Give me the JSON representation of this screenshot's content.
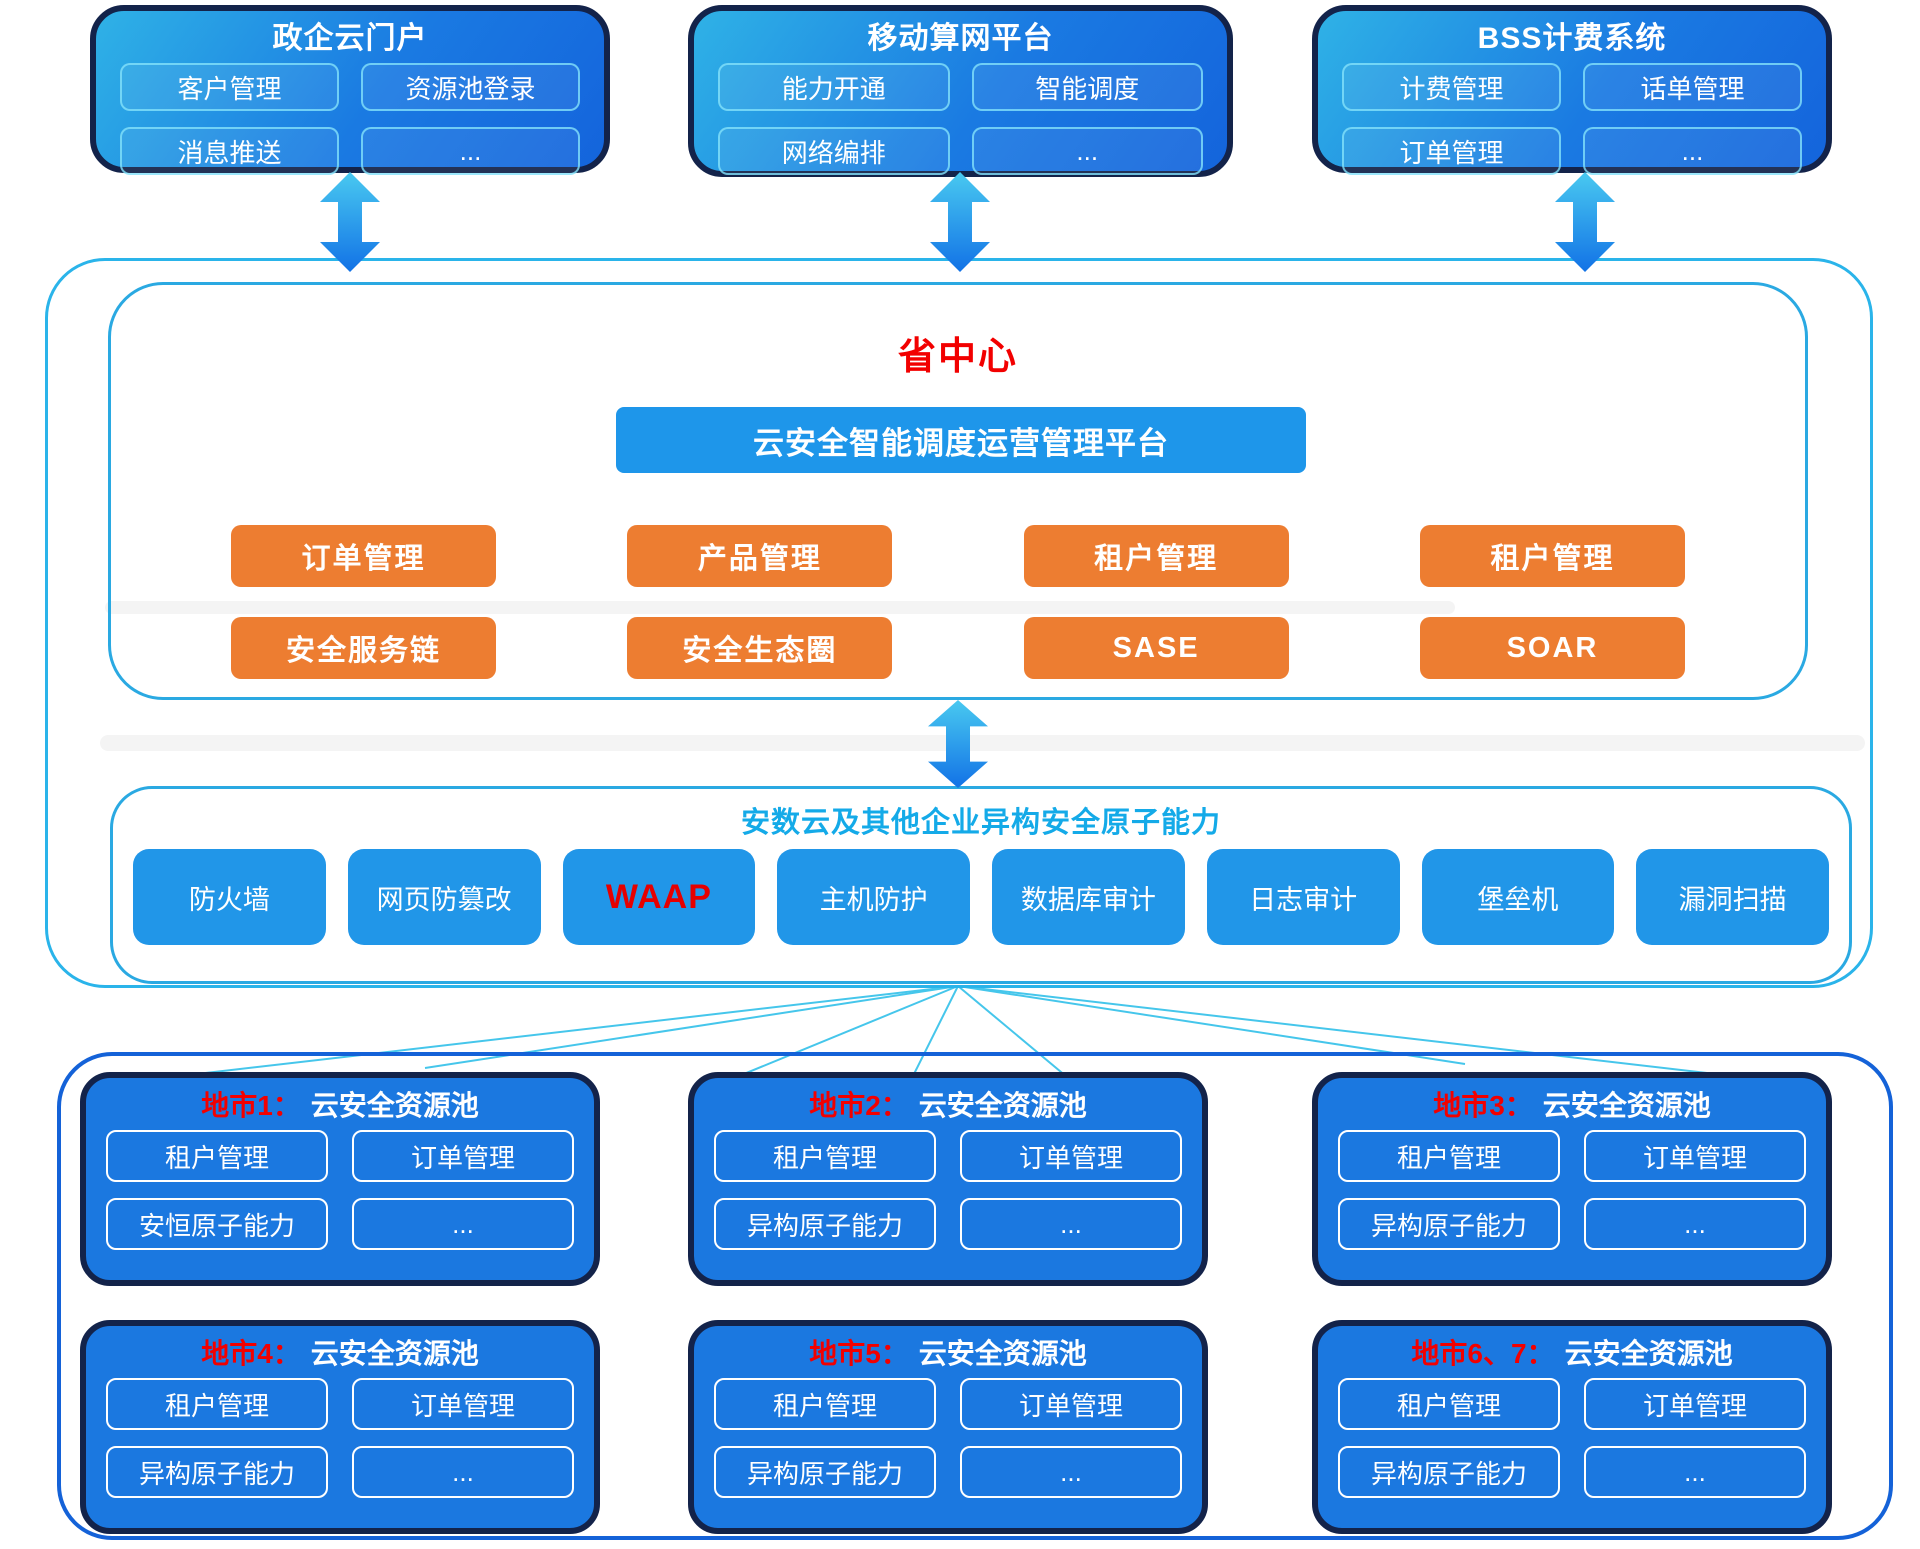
{
  "colors": {
    "box_gradient_start": "#2fb2e6",
    "box_gradient_end": "#1464dc",
    "dark_navy_border": "#13234a",
    "section_border_cyan": "#2aa9e2",
    "outer_border_cyan": "#2ab4ea",
    "bottom_border_blue": "#1462d8",
    "banner_blue": "#1e96ea",
    "module_orange": "#ed7d31",
    "city_fill_blue": "#1b78e0",
    "capability_blue": "#2196e8",
    "title_red": "#f20000",
    "waap_red": "#e60000",
    "atomic_title_cyan": "#14aae8",
    "arrow_gradient_start": "#49c9f0",
    "arrow_gradient_end": "#1272e6"
  },
  "top_systems": [
    {
      "title": "政企云门户",
      "items": [
        "客户管理",
        "资源池登录",
        "消息推送",
        "..."
      ]
    },
    {
      "title": "移动算网平台",
      "items": [
        "能力开通",
        "智能调度",
        "网络编排",
        "..."
      ]
    },
    {
      "title": "BSS计费系统",
      "items": [
        "计费管理",
        "话单管理",
        "订单管理",
        "..."
      ]
    }
  ],
  "province": {
    "title": "省中心",
    "platform_banner": "云安全智能调度运营管理平台",
    "modules": [
      [
        "订单管理",
        "产品管理",
        "租户管理",
        "租户管理"
      ],
      [
        "安全服务链",
        "安全生态圈",
        "SASE",
        "SOAR"
      ]
    ]
  },
  "atomic": {
    "title": "安数云及其他企业异构安全原子能力",
    "capabilities": [
      "防火墙",
      "网页防篡改",
      "WAAP",
      "主机防护",
      "数据库审计",
      "日志审计",
      "堡垒机",
      "漏洞扫描"
    ],
    "highlighted": "WAAP"
  },
  "cities": [
    {
      "name": "地市1：",
      "pool": "云安全资源池",
      "items": [
        "租户管理",
        "订单管理",
        "安恒原子能力",
        "..."
      ]
    },
    {
      "name": "地市2：",
      "pool": "云安全资源池",
      "items": [
        "租户管理",
        "订单管理",
        "异构原子能力",
        "..."
      ]
    },
    {
      "name": "地市3：",
      "pool": "云安全资源池",
      "items": [
        "租户管理",
        "订单管理",
        "异构原子能力",
        "..."
      ]
    },
    {
      "name": "地市4：",
      "pool": "云安全资源池",
      "items": [
        "租户管理",
        "订单管理",
        "异构原子能力",
        "..."
      ]
    },
    {
      "name": "地市5：",
      "pool": "云安全资源池",
      "items": [
        "租户管理",
        "订单管理",
        "异构原子能力",
        "..."
      ]
    },
    {
      "name": "地市6、7：",
      "pool": "云安全资源池",
      "items": [
        "租户管理",
        "订单管理",
        "异构原子能力",
        "..."
      ]
    }
  ]
}
